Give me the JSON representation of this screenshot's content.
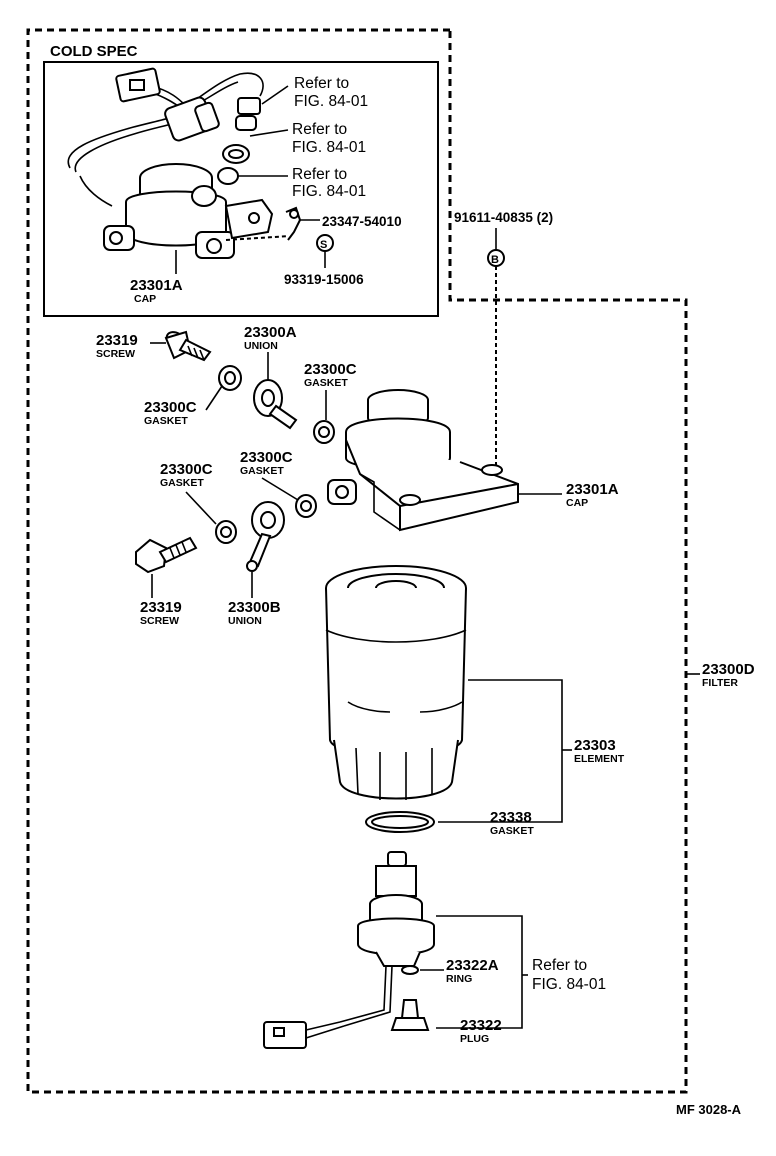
{
  "cold_spec": {
    "title": "COLD SPEC",
    "refer_to_1": "Refer to",
    "fig_1": "FIG. 84-01",
    "refer_to_2": "Refer to",
    "fig_2": "FIG. 84-01",
    "refer_to_3": "Refer to",
    "fig_3": "FIG. 84-01",
    "part_23347": "23347-54010",
    "part_93319": "93319-15006",
    "cap_num": "23301A",
    "cap_name": "CAP"
  },
  "bolt": {
    "num": "91611-40835 (2)",
    "symbol": "B"
  },
  "screw_top": {
    "num": "23319",
    "name": "SCREW"
  },
  "union_a": {
    "num": "23300A",
    "name": "UNION"
  },
  "gasket_1": {
    "num": "23300C",
    "name": "GASKET"
  },
  "gasket_2": {
    "num": "23300C",
    "name": "GASKET"
  },
  "gasket_3": {
    "num": "23300C",
    "name": "GASKET"
  },
  "gasket_4": {
    "num": "23300C",
    "name": "GASKET"
  },
  "cap_main": {
    "num": "23301A",
    "name": "CAP"
  },
  "screw_bottom": {
    "num": "23319",
    "name": "SCREW"
  },
  "union_b": {
    "num": "23300B",
    "name": "UNION"
  },
  "filter": {
    "num": "23300D",
    "name": "FILTER"
  },
  "element": {
    "num": "23303",
    "name": "ELEMENT"
  },
  "gasket_main": {
    "num": "23338",
    "name": "GASKET"
  },
  "ring": {
    "num": "23322A",
    "name": "RING"
  },
  "plug": {
    "num": "23322",
    "name": "PLUG"
  },
  "refer_bottom": {
    "line1": "Refer to",
    "line2": "FIG. 84-01"
  },
  "figure_code": "MF  3028-A",
  "seal_symbol": "S"
}
